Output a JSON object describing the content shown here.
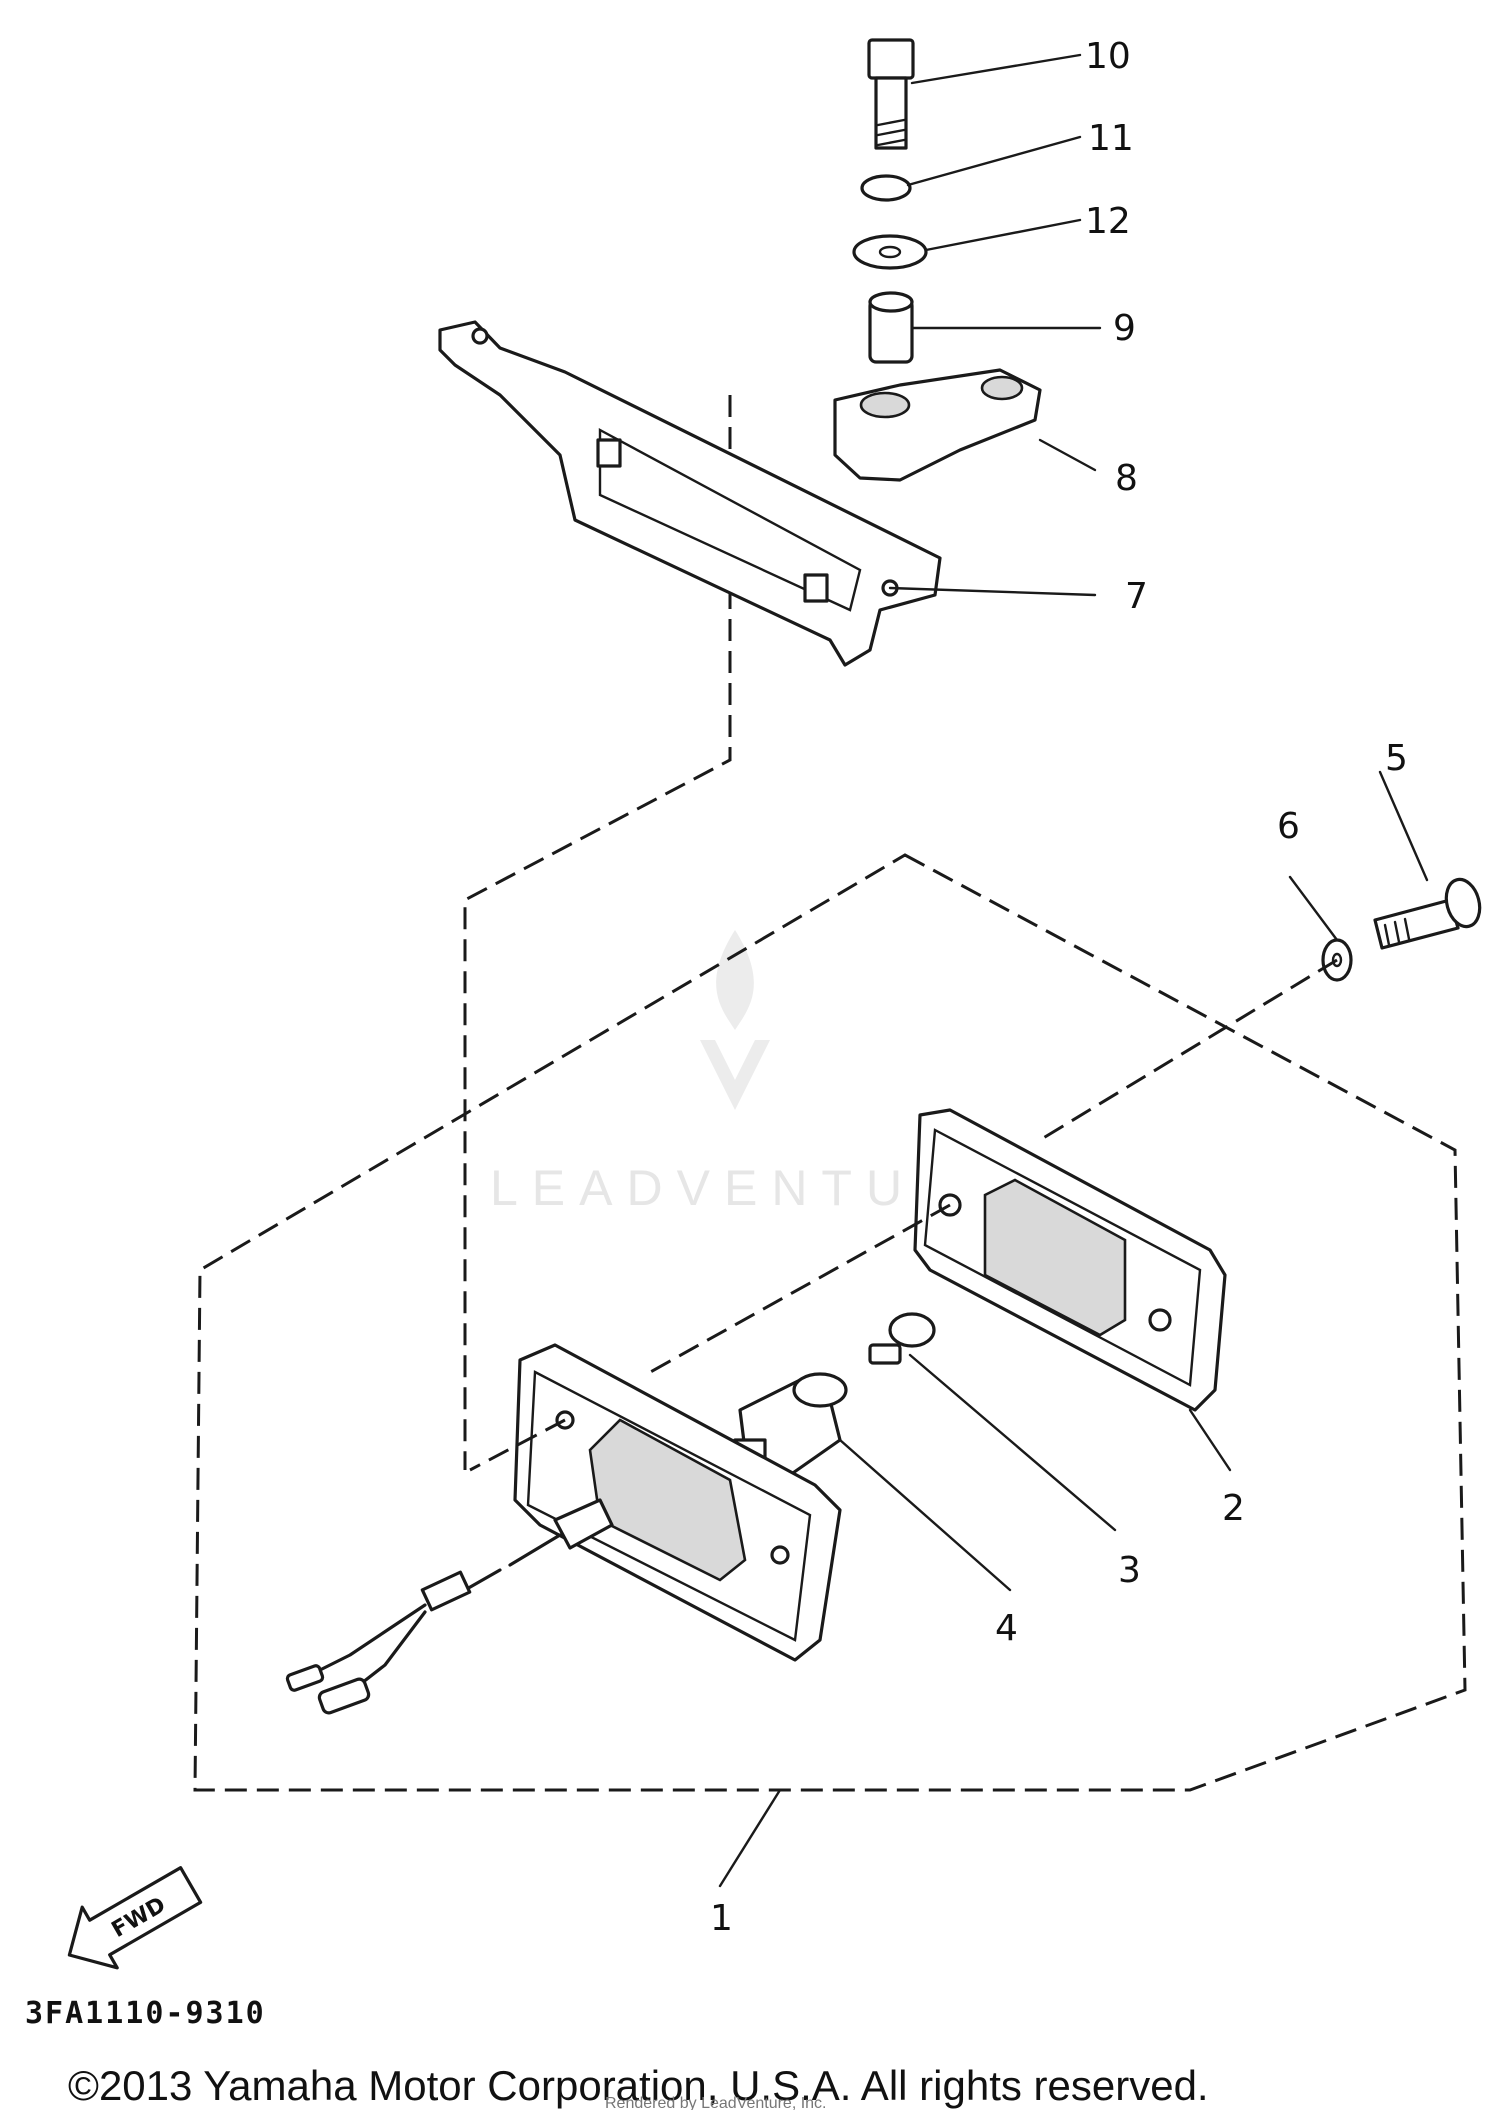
{
  "diagram": {
    "part_numbers": [
      "1",
      "2",
      "3",
      "4",
      "5",
      "6",
      "7",
      "8",
      "9",
      "10",
      "11",
      "12"
    ],
    "direction_label": "FWD",
    "diagram_code": "3FA1110-9310",
    "copyright": "©2013 Yamaha Motor Corporation, U.S.A. All rights reserved.",
    "watermark": "LEADVENTURE",
    "rendered_by": "Rendered by LeadVenture, Inc."
  }
}
